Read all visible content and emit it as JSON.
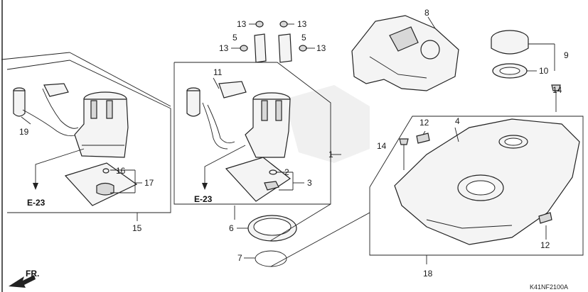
{
  "figure_code": "K41NF2100A",
  "direction_label": "FR.",
  "refs": {
    "left": "E-23",
    "center": "E-23"
  },
  "callouts": {
    "c1": "1",
    "c2": "2",
    "c3": "3",
    "c4": "4",
    "c5": "5",
    "c6": "6",
    "c7": "7",
    "c8": "8",
    "c9": "9",
    "c10": "10",
    "c11": "11",
    "c12": "12",
    "c13": "13",
    "c14": "14",
    "c15": "15",
    "c16": "16",
    "c17": "17",
    "c18": "18",
    "c19": "19"
  },
  "colors": {
    "line": "#222222",
    "fill": "#f4f4f4",
    "shade": "#d8d8d8",
    "watermark": "#e2e2e2"
  }
}
